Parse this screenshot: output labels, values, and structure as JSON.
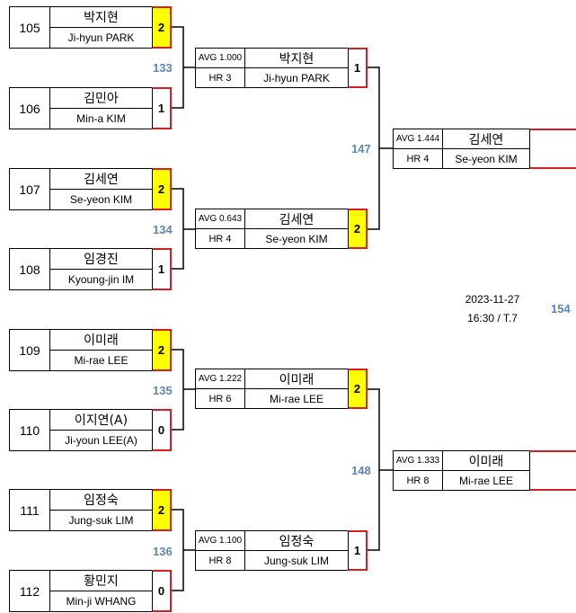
{
  "round1": [
    {
      "seed": "105",
      "kname": "박지현",
      "ename": "Ji-hyun PARK",
      "score": "2",
      "winner": true
    },
    {
      "seed": "106",
      "kname": "김민아",
      "ename": "Min-a KIM",
      "score": "1",
      "winner": false
    },
    {
      "seed": "107",
      "kname": "김세연",
      "ename": "Se-yeon KIM",
      "score": "2",
      "winner": true
    },
    {
      "seed": "108",
      "kname": "임경진",
      "ename": "Kyoung-jin IM",
      "score": "1",
      "winner": false
    },
    {
      "seed": "109",
      "kname": "이미래",
      "ename": "Mi-rae LEE",
      "score": "2",
      "winner": true
    },
    {
      "seed": "110",
      "kname": "이지연(A)",
      "ename": "Ji-youn LEE(A)",
      "score": "0",
      "winner": false
    },
    {
      "seed": "111",
      "kname": "임정숙",
      "ename": "Jung-suk LIM",
      "score": "2",
      "winner": true
    },
    {
      "seed": "112",
      "kname": "황민지",
      "ename": "Min-ji WHANG",
      "score": "0",
      "winner": false
    }
  ],
  "round2": [
    {
      "match": "133",
      "avg": "AVG 1.000",
      "hr": "HR 3",
      "kname": "박지현",
      "ename": "Ji-hyun PARK",
      "score": "1",
      "winner": false
    },
    {
      "match": "134",
      "avg": "AVG 0.643",
      "hr": "HR 4",
      "kname": "김세연",
      "ename": "Se-yeon KIM",
      "score": "2",
      "winner": true
    },
    {
      "match": "135",
      "avg": "AVG 1.222",
      "hr": "HR 6",
      "kname": "이미래",
      "ename": "Mi-rae LEE",
      "score": "2",
      "winner": true
    },
    {
      "match": "136",
      "avg": "AVG 1.100",
      "hr": "HR 8",
      "kname": "임정숙",
      "ename": "Jung-suk LIM",
      "score": "1",
      "winner": false
    }
  ],
  "round3": [
    {
      "match": "147",
      "avg": "AVG 1.444",
      "hr": "HR 4",
      "kname": "김세연",
      "ename": "Se-yeon KIM",
      "score": ""
    },
    {
      "match": "148",
      "avg": "AVG 1.333",
      "hr": "HR 8",
      "kname": "이미래",
      "ename": "Mi-rae LEE",
      "score": ""
    }
  ],
  "final": {
    "match": "154",
    "date": "2023-11-27",
    "time": "16:30 / T.7"
  },
  "colors": {
    "match_number": "#5b86b8",
    "winner_fill": "#ffff00",
    "score_border": "#d42020"
  }
}
